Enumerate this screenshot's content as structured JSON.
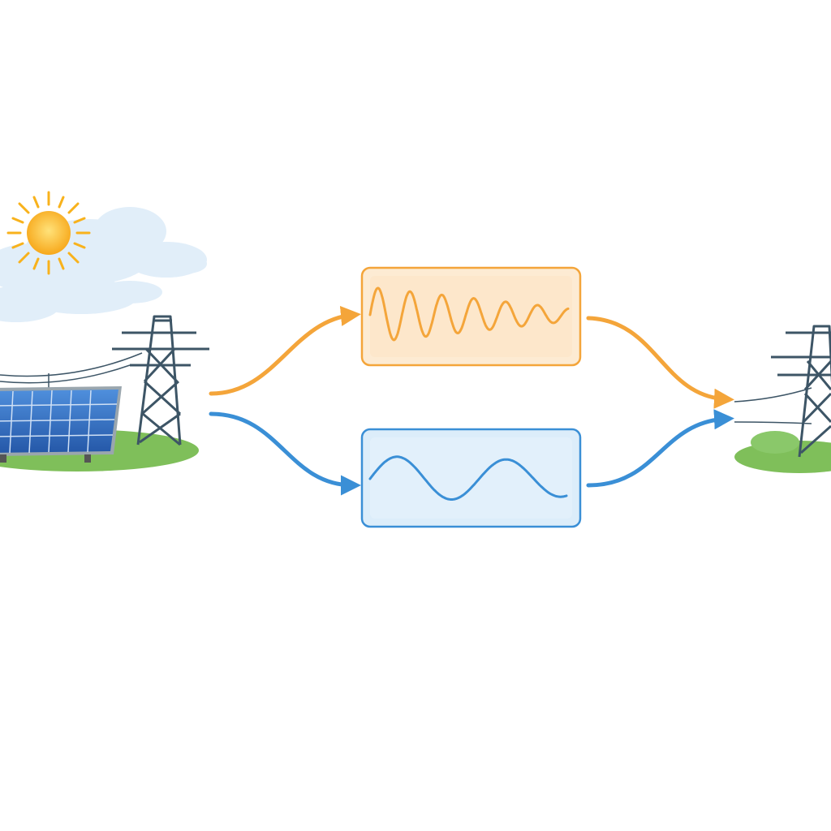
{
  "colors": {
    "background": "#ffffff",
    "orange_stroke": "#f4a53a",
    "orange_fill": "#fdebd3",
    "blue_stroke": "#3a8fd6",
    "blue_fill": "#dcedfa",
    "grass": "#7fbf5a",
    "tower": "#3d5566",
    "panel": "#2f6fbf",
    "sun": "#f8b21c"
  },
  "icons": {
    "sun": "sun-icon",
    "clouds": "cloud-icon",
    "solar_panel": "solar-panel-icon",
    "source_tower": "transmission-tower-icon",
    "destination_tower": "transmission-tower-icon"
  },
  "paths": {
    "upper": {
      "signal": "high-frequency-oscillation",
      "stroke": "orange"
    },
    "lower": {
      "signal": "low-frequency-oscillation",
      "stroke": "blue"
    }
  }
}
